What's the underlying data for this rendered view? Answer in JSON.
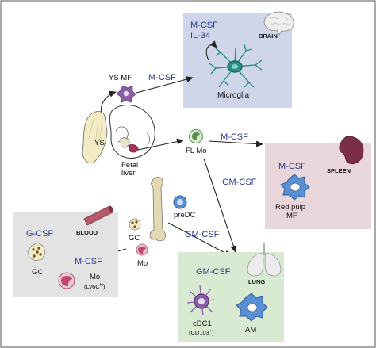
{
  "brain_box": {
    "cytokines_line1": "M-CSF",
    "cytokines_line2": "IL-34",
    "organ_label": "BRAIN",
    "cell_label": "Microglia"
  },
  "yolk_sac": {
    "cell_label": "YS MF",
    "ys_label": "YS",
    "fetal_liver_line1": "Fetal",
    "fetal_liver_line2": "liver"
  },
  "arrows": {
    "ys_to_microglia": "M-CSF",
    "fl_to_spleen": "M-CSF",
    "fl_to_lung": "GM-CSF",
    "bone_to_lung": "GM-CSF"
  },
  "fetal_liver_mono": {
    "label": "FL Mo"
  },
  "spleen_box": {
    "cytokine": "M-CSF",
    "organ_label": "SPLEEN",
    "cell_line1": "Red pulp",
    "cell_line2": "MF"
  },
  "bone_marrow": {
    "predc_label": "preDC",
    "gc_label": "GC",
    "mo_label": "Mo"
  },
  "blood_box": {
    "cytokine_gc": "G-CSF",
    "organ_label": "BLOOD",
    "gc_label": "GC",
    "cytokine_mo": "M-CSF",
    "mo_label": "Mo",
    "mo_sub_prefix": "(Ly6C",
    "mo_sub_sup": "hi",
    "mo_sub_suffix": ")"
  },
  "lung_box": {
    "cytokine": "GM-CSF",
    "organ_label": "LUNG",
    "cdc1_label": "cDC1",
    "cdc1_sub_prefix": "(CD103",
    "cdc1_sub_sup": "+",
    "cdc1_sub_suffix": ")",
    "am_label": "AM"
  },
  "colors": {
    "brain_box": "#cfd6ea",
    "spleen_box": "#e9d6db",
    "blood_box": "#e3e3e3",
    "lung_box": "#d8ebd2",
    "cytokine_text": "#2b3a8f",
    "microglia": "#2c8f86",
    "macrophage": "#5a8fd4",
    "cdc1": "#8a5fa8",
    "monocyte_red": "#c0476f",
    "yolk_sac": "#f2ebc3",
    "bone": "#e5d9b3",
    "vessel": "#b55a6a",
    "spleen_organ": "#7a2f47"
  },
  "icons": [
    "brain-icon",
    "microglia-icon",
    "yolk-sac-macrophage-icon",
    "embryo-icon",
    "fl-monocyte-icon",
    "spleen-icon",
    "red-pulp-macrophage-icon",
    "bone-icon",
    "predc-icon",
    "gc-icon",
    "monocyte-icon",
    "blood-vessel-icon",
    "lung-icon",
    "cdc1-icon",
    "alveolar-macrophage-icon"
  ]
}
